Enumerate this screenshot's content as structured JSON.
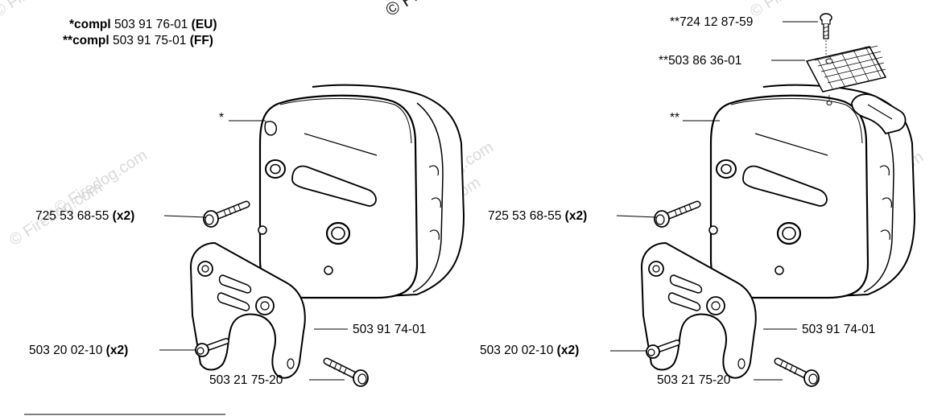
{
  "header": {
    "line1": {
      "prefix": "*compl",
      "number": "503 91 76-01",
      "suffix": "(EU)"
    },
    "line2": {
      "prefix": "**compl",
      "number": "503 91 75-01",
      "suffix": "(FF)"
    }
  },
  "watermark": {
    "text": "© Firedog.com",
    "top_text": "© Fire"
  },
  "left": {
    "marker": "*",
    "screw_label": {
      "number": "725 53 68-55",
      "qty": "(x2)"
    },
    "bracket_label": "503 91 74-01",
    "small_bolt_label": {
      "number": "503 20 02-10",
      "qty": "(x2)"
    },
    "bolt_label": "503 21 75-20"
  },
  "right": {
    "marker": "**",
    "top_screw_label": "**724 12 87-59",
    "screen_label": "**503 86 36-01",
    "screw_label": {
      "number": "725 53 68-55",
      "qty": "(x2)"
    },
    "bracket_label": "503 91 74-01",
    "small_bolt_label": {
      "number": "503 20 02-10",
      "qty": "(x2)"
    },
    "bolt_label": "503 21 75-20"
  }
}
